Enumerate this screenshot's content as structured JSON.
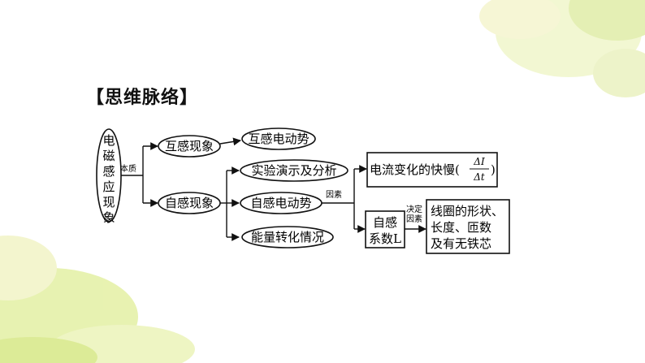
{
  "title": "【思维脉络】",
  "root": {
    "chars": [
      "电",
      "磁",
      "感",
      "应",
      "现",
      "象"
    ]
  },
  "edge_labels": {
    "essence": "本质",
    "factor": "因素",
    "decide_line1": "决定",
    "decide_line2": "因素"
  },
  "nodes": {
    "mutual_induction": "互感现象",
    "mutual_emf": "互感电动势",
    "self_induction": "自感现象",
    "experiment": "实验演示及分析",
    "self_emf": "自感电动势",
    "energy": "能量转化情况",
    "current_rate_prefix": "电流变化的快慢(",
    "current_rate_suffix": ")",
    "frac_num": "ΔI",
    "frac_den": "Δt",
    "coeff_line1": "自感",
    "coeff_line2": "系数L",
    "coil_line1": "线圈的形状、",
    "coil_line2": "长度、匝数",
    "coil_line3": "及有无铁芯"
  },
  "colors": {
    "decor_green": "#d6e98a",
    "decor_yellow": "#f3efb0",
    "line": "#111111"
  }
}
